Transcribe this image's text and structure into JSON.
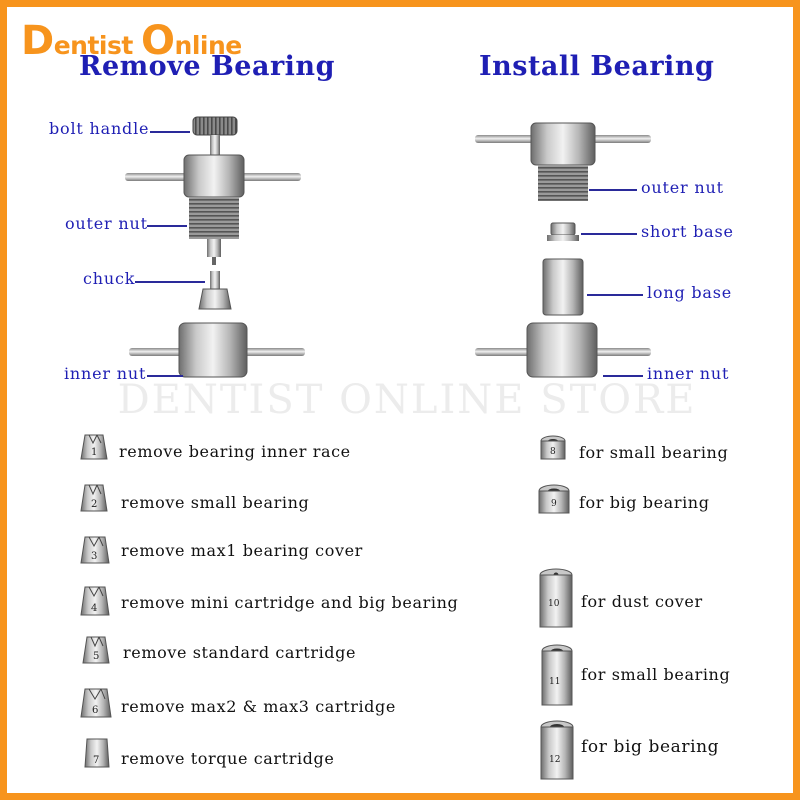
{
  "brand": {
    "logo_initial_1": "D",
    "logo_rest_1": "entist",
    "logo_initial_2": "O",
    "logo_rest_2": "nline"
  },
  "watermark": "DENTIST ONLINE STORE",
  "remove": {
    "title": "Remove Bearing",
    "parts": [
      "bolt handle",
      "outer nut",
      "chuck",
      "inner nut"
    ],
    "chucks": [
      {
        "number": "1",
        "label": "remove bearing inner race"
      },
      {
        "number": "2",
        "label": "remove small bearing"
      },
      {
        "number": "3",
        "label": "remove max1 bearing cover"
      },
      {
        "number": "4",
        "label": "remove mini cartridge and big bearing"
      },
      {
        "number": "5",
        "label": "remove standard cartridge"
      },
      {
        "number": "6",
        "label": "remove max2 & max3 cartridge"
      },
      {
        "number": "7",
        "label": "remove torque cartridge"
      }
    ]
  },
  "install": {
    "title": "Install Bearing",
    "parts": [
      "outer nut",
      "short base",
      "long base",
      "inner nut"
    ],
    "bases": [
      {
        "number": "8",
        "label": "for small bearing"
      },
      {
        "number": "9",
        "label": "for big bearing"
      },
      {
        "number": "10",
        "label": "for dust cover"
      },
      {
        "number": "11",
        "label": "for small bearing"
      },
      {
        "number": "12",
        "label": "for big bearing"
      }
    ]
  },
  "colors": {
    "border": "#f7941d",
    "heading": "#1f1fb4",
    "label": "#1f1fb4",
    "metal_light": "#e8e8e8",
    "metal_dark": "#6e6e6e"
  }
}
